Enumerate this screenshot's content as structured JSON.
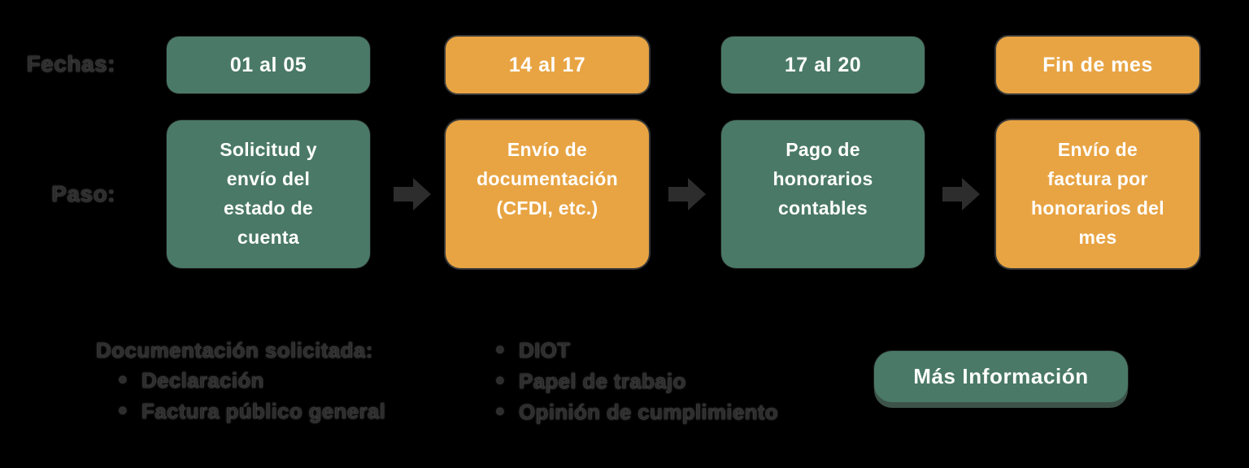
{
  "colors": {
    "background": "#000000",
    "green": "#4A7967",
    "orange": "#E8A443",
    "arrow": "#2D2D2D",
    "ink_text": "#2D2D2D",
    "box_text": "#FFFFFF",
    "button_shadow": "#3D5349"
  },
  "labels": {
    "dates": "Fechas:",
    "step": "Paso:"
  },
  "timeline": {
    "columns": [
      {
        "date": "01 al 05",
        "color": "green",
        "step": "Solicitud y envío del estado de cuenta",
        "step_lines": [
          "Solicitud y",
          "envío del",
          "estado de",
          "cuenta"
        ]
      },
      {
        "date": "14 al 17",
        "color": "orange",
        "step": "Envío de documentación (CFDI, etc.)",
        "step_lines": [
          "Envío de",
          "documentación",
          "(CFDI, etc.)"
        ]
      },
      {
        "date": "17 al 20",
        "color": "green",
        "step": "Pago de honorarios contables",
        "step_lines": [
          "Pago de",
          "honorarios",
          "contables"
        ]
      },
      {
        "date": "Fin de mes",
        "color": "orange",
        "step": "Envío de factura por honorarios del mes",
        "step_lines": [
          "Envío de",
          "factura por",
          "honorarios del",
          "mes"
        ]
      }
    ]
  },
  "documentation": {
    "heading": "Documentación solicitada:",
    "bullet": "•",
    "col1": [
      "Declaración",
      "Factura público general"
    ],
    "col2": [
      "DIOT",
      "Papel de trabajo",
      "Opinión de cumplimiento"
    ]
  },
  "button": {
    "label": "Más Información"
  }
}
